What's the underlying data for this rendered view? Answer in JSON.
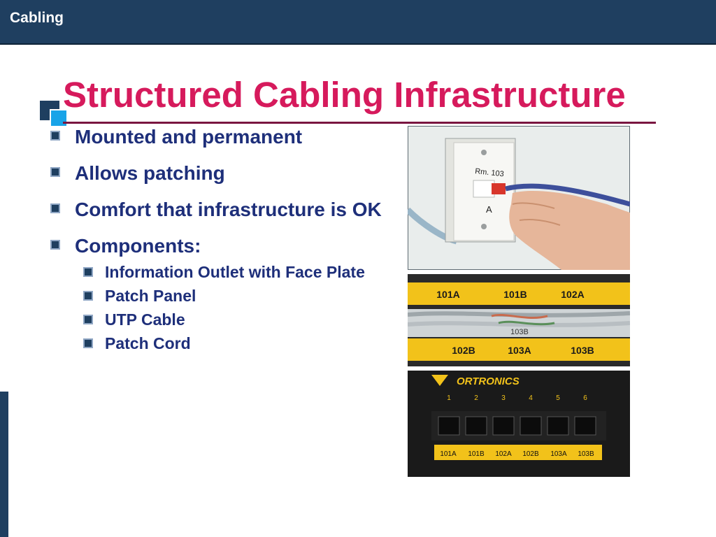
{
  "header": {
    "section": "Cabling"
  },
  "slide": {
    "title": "Structured Cabling Infrastructure"
  },
  "bullets": [
    "Mounted and permanent",
    "Allows patching",
    "Comfort that infrastructure is OK",
    "Components:"
  ],
  "components": [
    "Information Outlet with Face Plate",
    "Patch Panel",
    "UTP Cable",
    "Patch Cord"
  ],
  "photos": {
    "outlet": {
      "room_label": "Rm. 103",
      "jack_label": "A"
    },
    "labels_top": [
      "101A",
      "101B",
      "102A"
    ],
    "labels_mid": "103B",
    "labels_bottom": [
      "102B",
      "103A",
      "103B"
    ],
    "panel": {
      "brand": "ORTRONICS",
      "port_numbers": [
        "1",
        "2",
        "3",
        "4",
        "5",
        "6"
      ],
      "port_labels": [
        "101A",
        "101B",
        "102A",
        "102B",
        "103A",
        "103B"
      ]
    }
  },
  "colors": {
    "title": "#d61a5c",
    "bullet_text": "#1e2f7a",
    "header_bar": "#1f3f60",
    "accent": "#19a4e8"
  }
}
